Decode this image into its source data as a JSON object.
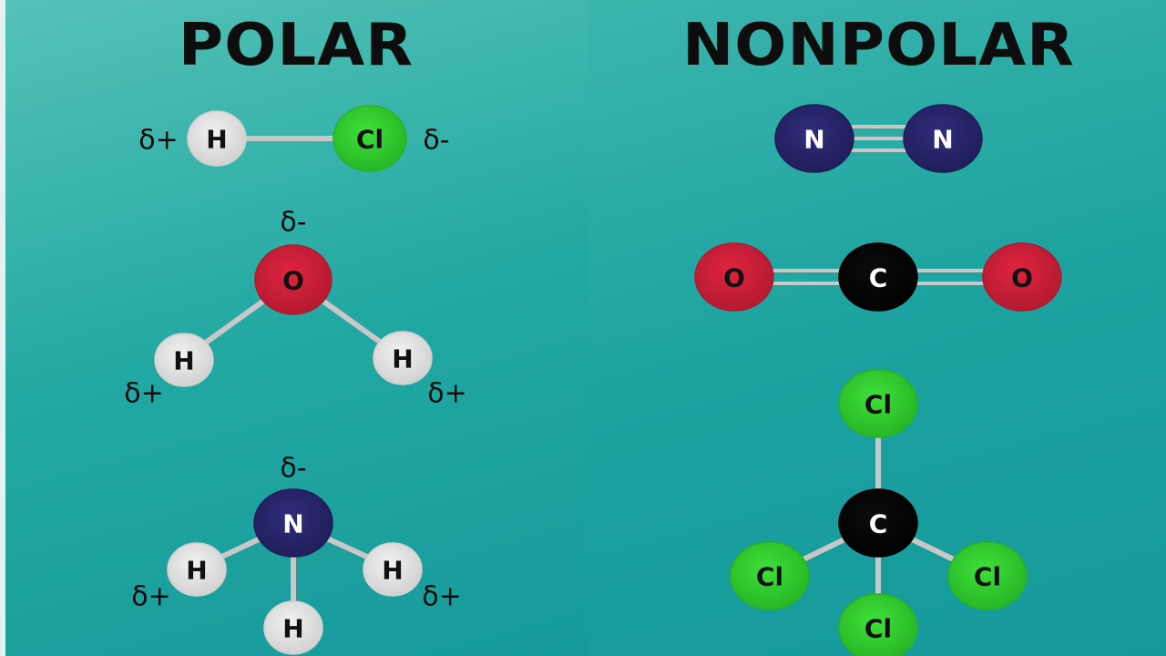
{
  "headings": {
    "polar": "POLAR",
    "nonpolar": "NONPOLAR"
  },
  "elements": {
    "H": {
      "fill": "#f2f2f2",
      "edge": "#cfcfcf",
      "text": "#111111"
    },
    "Cl": {
      "fill": "#3ee03a",
      "edge": "#26b324",
      "text": "#111111"
    },
    "O": {
      "fill": "#e0233f",
      "edge": "#b01a30",
      "text": "#111111"
    },
    "N": {
      "fill": "#2f2d7a",
      "edge": "#1f1d58",
      "text": "#ffffff"
    },
    "C": {
      "fill": "#0c0c0c",
      "edge": "#000000",
      "text": "#ffffff"
    }
  },
  "polar": {
    "hcl": {
      "atoms": [
        "H",
        "Cl"
      ],
      "charges": [
        "δ+",
        "δ-"
      ]
    },
    "water": {
      "atoms": [
        "O",
        "H",
        "H"
      ],
      "charges": [
        "δ-",
        "δ+",
        "δ+"
      ]
    },
    "ammonia": {
      "atoms": [
        "N",
        "H",
        "H",
        "H"
      ],
      "charges": [
        "δ-",
        "δ+",
        "δ+"
      ]
    }
  },
  "nonpolar": {
    "nitrogen": {
      "atoms": [
        "N",
        "N"
      ],
      "bond_order": 3
    },
    "carbon_dioxide": {
      "atoms": [
        "O",
        "C",
        "O"
      ],
      "bond_order": 2
    },
    "carbon_tetrachloride": {
      "atoms": [
        "C",
        "Cl",
        "Cl",
        "Cl",
        "Cl"
      ]
    }
  },
  "colors": {
    "bond": "#c8c8c8",
    "text": "#0d0d0d"
  }
}
